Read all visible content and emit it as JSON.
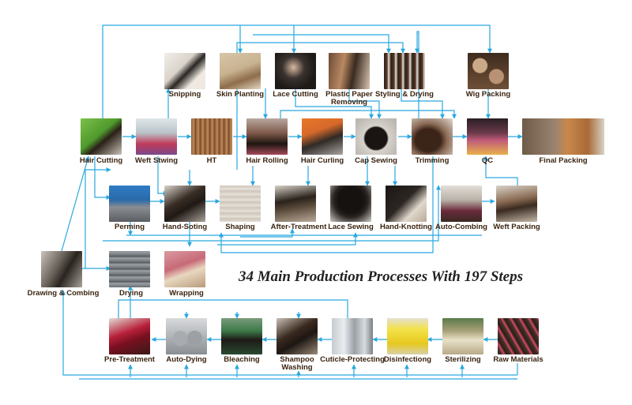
{
  "title": "34 Main Production Processes With 197 Steps",
  "colors": {
    "arrow": "#29a8e0",
    "label": "#3a2410"
  },
  "processes": {
    "snipping": "Snipping",
    "skin_planting": "Skin Planting",
    "lace_cutting": "Lace Cutting",
    "plastic_paper_removing": "Plastic Paper\nRemoving",
    "styling_drying": "Styling & Drying",
    "wig_packing": "Wig Packing",
    "hair_cutting": "Hair Cutting",
    "weft_stwing": "Weft Stwing",
    "ht": "HT",
    "hair_rolling": "Hair Rolling",
    "hair_curling": "Hair Curling",
    "cap_sewing": "Cap Sewing",
    "trimming": "Trimming",
    "qc": "QC",
    "final_packing": "Final Packing",
    "perming": "Perming",
    "hand_soting": "Hand-Soting",
    "shaping": "Shaping",
    "after_treatment": "After-Treatment",
    "lace_sewing": "Lace Sewing",
    "hand_knotting": "Hand-Knotting",
    "auto_combing": "Auto-Combing",
    "weft_packing": "Weft Packing",
    "drawing_combing": "Drawing & Combing",
    "drying": "Drying",
    "wrapping": "Wrapping",
    "pre_treatment": "Pre-Treatment",
    "auto_dying": "Auto-Dying",
    "bleaching": "Bleaching",
    "shampoo_washing": "Shampoo\nWashing",
    "cuticle_protecting": "Cuticle-Protecting",
    "disinfectiong": "Disinfectiong",
    "sterilizing": "Sterilizing",
    "raw_materials": "Raw Materials"
  }
}
